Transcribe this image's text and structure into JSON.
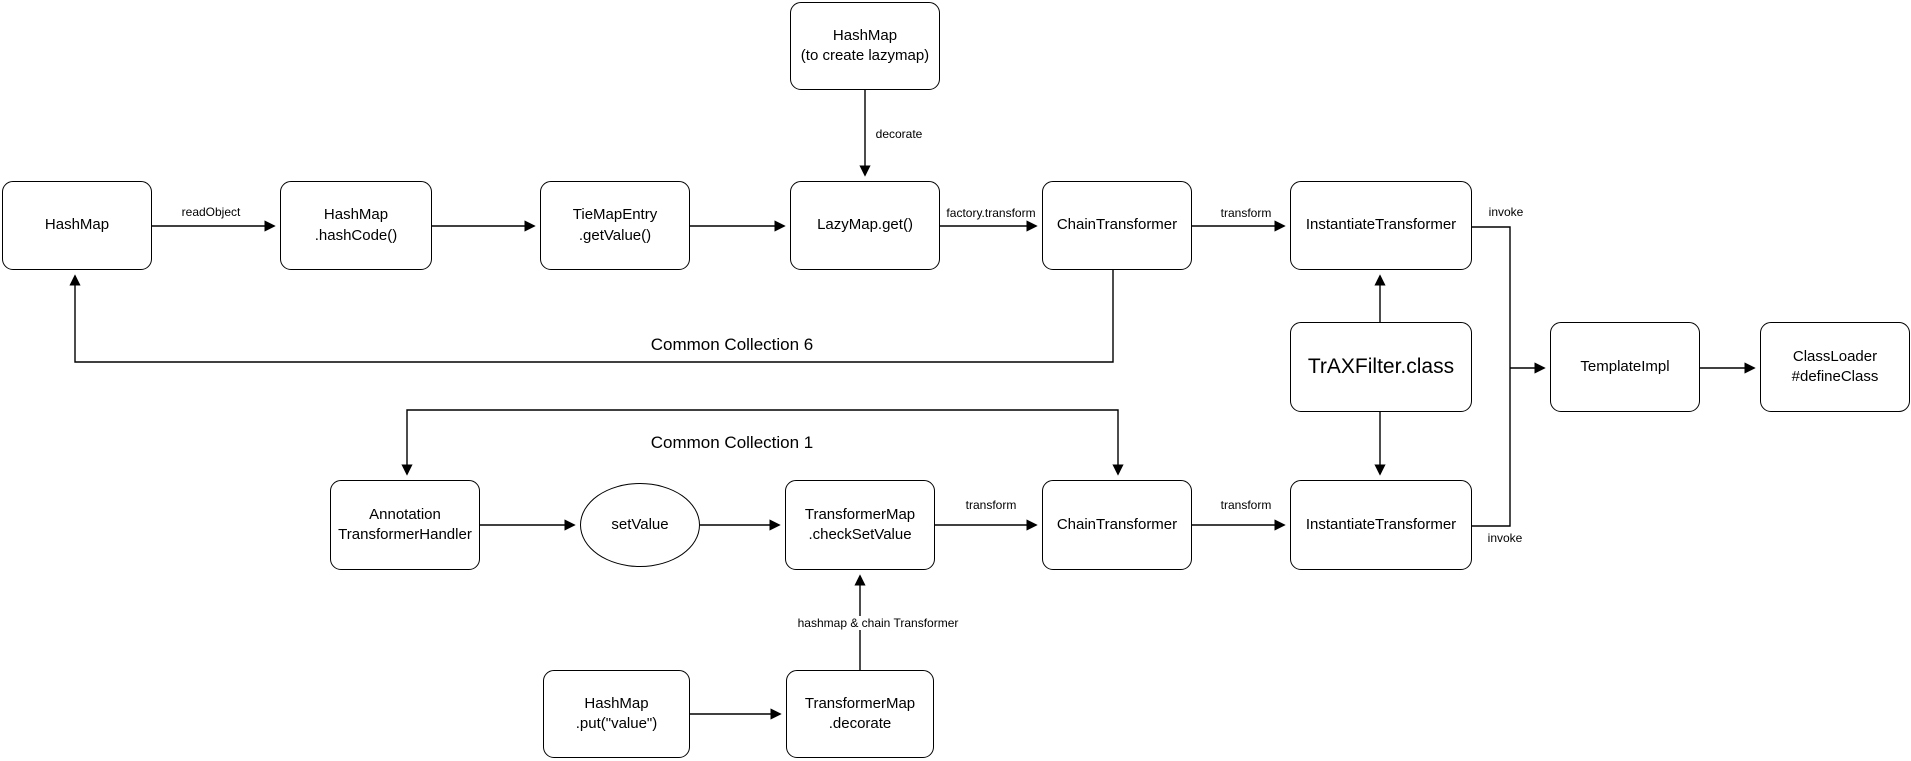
{
  "diagram": {
    "colors": {
      "stroke": "#000000",
      "node_fill": "#ffffff",
      "background": "#ffffff"
    },
    "nodes": {
      "hashmap_lazymap_source": {
        "label": "HashMap\n(to create lazymap)"
      },
      "hashmap_cc6": {
        "label": "HashMap"
      },
      "hashmap_hashcode": {
        "label": "HashMap\n.hashCode()"
      },
      "tiemapentry_getvalue": {
        "label": "TieMapEntry\n.getValue()"
      },
      "lazymap_get": {
        "label": "LazyMap.get()"
      },
      "chaintransformer_cc6": {
        "label": "ChainTransformer"
      },
      "instantiatetransformer_cc6": {
        "label": "InstantiateTransformer"
      },
      "traxfilter_class": {
        "label": "TrAXFilter.class"
      },
      "templateimpl": {
        "label": "TemplateImpl"
      },
      "classloader_defineclass": {
        "label": "ClassLoader\n#defineClass"
      },
      "annotation_transformerhandler": {
        "label": "Annotation\nTransformerHandler"
      },
      "setvalue": {
        "label": "setValue"
      },
      "transformermap_checksetvalue": {
        "label": "TransformerMap\n.checkSetValue"
      },
      "chaintransformer_cc1": {
        "label": "ChainTransformer"
      },
      "instantiatetransformer_cc1": {
        "label": "InstantiateTransformer"
      },
      "hashmap_put_value": {
        "label": "HashMap\n.put(\"value\")"
      },
      "transformermap_decorate": {
        "label": "TransformerMap\n.decorate"
      }
    },
    "edge_labels": {
      "read_object": "readObject",
      "decorate": "decorate",
      "factory_transform": "factory.transform",
      "transform_row1": "transform",
      "invoke_top": "invoke",
      "common_collection_6": "Common Collection 6",
      "common_collection_1": "Common Collection 1",
      "transform_row2_a": "transform",
      "transform_row2_b": "transform",
      "invoke_bottom": "invoke",
      "hashmap_chain_transformer": "hashmap & chain Transformer"
    }
  }
}
